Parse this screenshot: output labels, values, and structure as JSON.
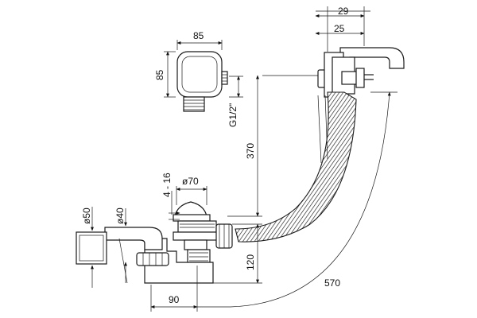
{
  "dimensions": {
    "top_width_29": "29",
    "top_width_25": "25",
    "box_width": "85",
    "box_height": "85",
    "thread": "G1/2\"",
    "vertical_370": "370",
    "plug_range": "4 - 16",
    "plug_diameter": "ø70",
    "pipe_outer": "ø50",
    "pipe_inner": "ø40",
    "height_120": "120",
    "length_570": "570",
    "offset_90": "90"
  }
}
